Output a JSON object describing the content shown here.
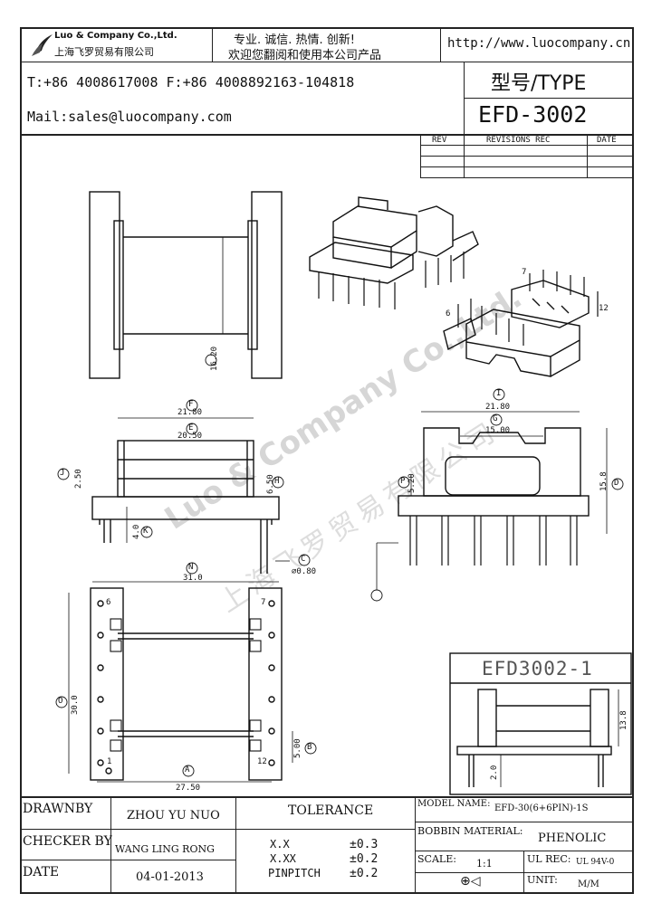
{
  "header": {
    "company_en": "Luo & Company Co.,Ltd.",
    "company_cn": "上海飞罗贸易有限公司",
    "slogan_1": "专业. 诚信. 热情. 创新!",
    "slogan_2": "欢迎您翻阅和使用本公司产品",
    "url": "http://www.luocompany.cn",
    "phone_fax": "T:+86 4008617008 F:+86 4008892163-104818",
    "mail": "Mail:sales@luocompany.com",
    "type_label": "型号/TYPE",
    "type_value": "EFD-3002"
  },
  "revisions": {
    "col_rev": "REV",
    "col_rec": "REVISIONS REC",
    "col_date": "DATE"
  },
  "dimensions": {
    "h_16_20": "16.20",
    "f_21_80": "21.80",
    "e_20_50": "20.50",
    "j_2_50": "2.50",
    "h_6_50": "6.50",
    "k_4_0": "4.0",
    "c_0_80": "⌀0.80",
    "i_21_80": "21.80",
    "g_15_00": "15.00",
    "d_15_8": "15.8",
    "b_5_20": "5.20",
    "n_31_0": "31.0",
    "o_30_0": "30.0",
    "a_27_50": "27.50",
    "p_5_00": "5.00",
    "h_13_8": "13.8",
    "t_2_0": "2.0",
    "markers": {
      "A": "A",
      "B": "B",
      "C": "C",
      "D": "D",
      "E": "E",
      "F": "F",
      "G": "G",
      "H": "H",
      "I": "I",
      "J": "J",
      "K": "K",
      "N": "N",
      "O": "O",
      "P": "P"
    },
    "pins": {
      "p1": "1",
      "p6": "6",
      "p7": "7",
      "p12": "12",
      "p6b": "6",
      "p7b": "7",
      "p12b": "12"
    }
  },
  "variant": {
    "title": "EFD3002-1"
  },
  "watermark": {
    "en": "Luo & Company Co.,Ltd.",
    "cn": "上海飞罗贸易有限公司"
  },
  "titleblock": {
    "drawnby_label": "DRAWNBY",
    "drawnby_value": "ZHOU YU NUO",
    "checker_label": "CHECKER BY",
    "checker_value": "WANG LING RONG",
    "date_label": "DATE",
    "date_value": "04-01-2013",
    "tolerance_label": "TOLERANCE",
    "tol_x_label": "X.X",
    "tol_x_value": "±0.3",
    "tol_xx_label": "X.XX",
    "tol_xx_value": "±0.2",
    "tol_pin_label": "PINPITCH",
    "tol_pin_value": "±0.2",
    "model_label": "MODEL NAME:",
    "model_value": "EFD-30(6+6PIN)-1S",
    "bobbin_label": "BOBBIN MATERIAL:",
    "bobbin_value": "PHENOLIC",
    "scale_label": "SCALE:",
    "scale_value": "1:1",
    "ul_label": "UL REC:",
    "ul_value": "UL 94V-0",
    "unit_label": "UNIT:",
    "unit_value": "M/M",
    "projection_symbol": "⊕◁"
  }
}
